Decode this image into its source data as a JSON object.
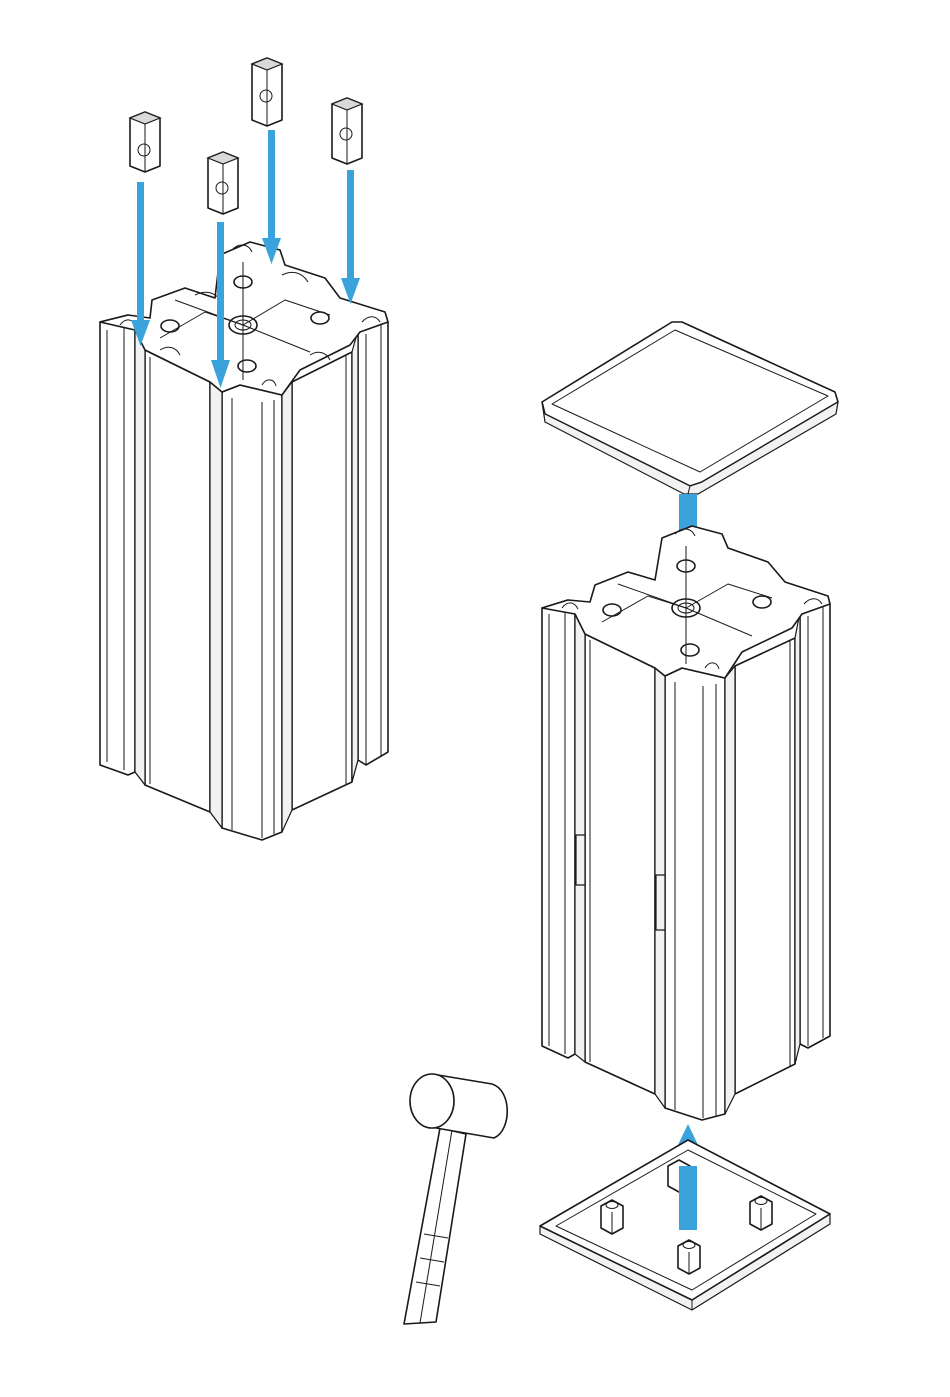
{
  "colors": {
    "arrow": "#3aa3dc",
    "line": "#1a1a1a",
    "background": "#ffffff"
  },
  "icons": {
    "insert_arrow": "down-arrow-icon",
    "press_arrow": "up-arrow-icon",
    "tool": "mallet-icon"
  },
  "steps": {
    "step1": {
      "parts": [
        "t-slot-nut",
        "t-slot-nut",
        "t-slot-nut",
        "t-slot-nut",
        "aluminium-profile"
      ]
    },
    "step2": {
      "parts": [
        "end-cap",
        "aluminium-profile",
        "base-plate",
        "rubber-mallet"
      ]
    }
  }
}
